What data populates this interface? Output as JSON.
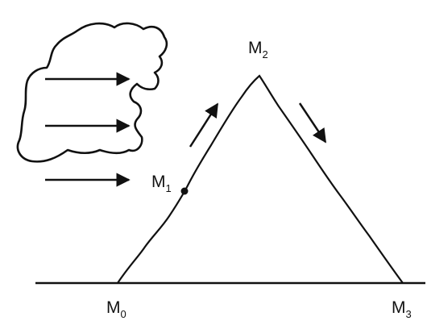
{
  "diagram": {
    "points": {
      "m0": {
        "base": "M",
        "sub": "0"
      },
      "m1": {
        "base": "M",
        "sub": "1"
      },
      "m2": {
        "base": "M",
        "sub": "2"
      },
      "m3": {
        "base": "M",
        "sub": "3"
      }
    },
    "line_color": "#111111",
    "background": "#ffffff"
  }
}
